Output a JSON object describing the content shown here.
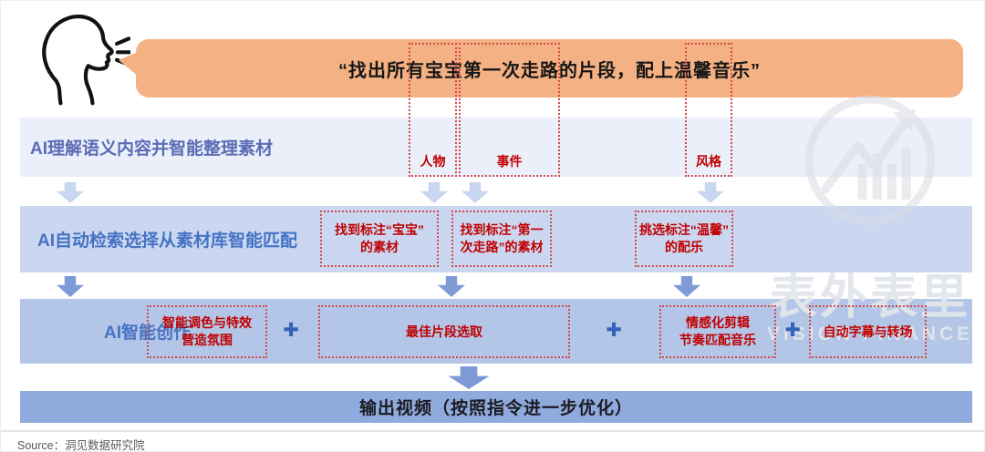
{
  "colors": {
    "bubble-orange": "#F4B183",
    "band1-bg": "#EBEFF9",
    "band2-bg": "#CBD7F0",
    "band3-bg": "#B4C6E7",
    "output-bg": "#8FAADC",
    "band1-text": "#5A6CB4",
    "band-text-blue": "#4573C4",
    "annotation-red": "#C00000",
    "dashed-border": "#D14B4B",
    "arrow-light": "#C9D6F0",
    "arrow-medium": "#7D9CD6",
    "plus-blue": "#3462B8",
    "output-text": "#1B1B22",
    "source-text": "#595959",
    "watermark": "#E2E5EB"
  },
  "bubble": {
    "text": "“找出所有宝宝第一次走路的片段，配上温馨音乐”"
  },
  "semantic_tags": [
    {
      "label": "人物"
    },
    {
      "label": "事件"
    },
    {
      "label": "风格"
    }
  ],
  "stage1": {
    "label": "AI理解语义内容并智能整理素材"
  },
  "stage2": {
    "label": "AI自动检索选择从素材库智能匹配",
    "boxes": [
      {
        "line1": "找到标注“宝宝”",
        "line2": "的素材"
      },
      {
        "line1": "找到标注“第一",
        "line2": "次走路”的素材"
      },
      {
        "line1": "挑选标注“温馨”",
        "line2": "的配乐"
      }
    ]
  },
  "stage3": {
    "label": "AI智能创作",
    "plus": "✚",
    "boxes": [
      {
        "line1": "智能调色与特效",
        "line2": "营造氛围"
      },
      {
        "line1": "最佳片段选取"
      },
      {
        "line1": "情感化剪辑",
        "line2": "节奏匹配音乐"
      },
      {
        "line1": "自动字幕与转场"
      }
    ]
  },
  "output": {
    "label": "输出视频（按照指令进一步优化）"
  },
  "watermark": {
    "cn": "表外表里",
    "en": "VISION FINANCE"
  },
  "source": {
    "label": "Source：洞见数据研究院"
  },
  "icons": {
    "speaking-person": "talking head profile with sound lines",
    "down-arrow": "⬇",
    "plus": "✚"
  }
}
